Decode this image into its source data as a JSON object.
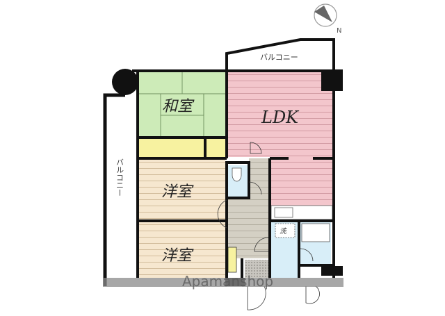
{
  "compass": {
    "label": "N",
    "icon": "compass-north-icon"
  },
  "rooms": {
    "japanese_room": "和室",
    "ldk": "LDK",
    "western_room_1": "洋室",
    "western_room_2": "洋室",
    "laundry": "洗"
  },
  "balconies": {
    "top": "バルコニー",
    "left": "バルコニー"
  },
  "watermark": "Apamanshop",
  "colors": {
    "japanese_room": "#cdebb8",
    "ldk": "#f3c6cc",
    "closet": "#f7f2a0",
    "western_room": "#f6e7cf",
    "hallway": "#d4d0c4",
    "wet_area": "#d8eef8",
    "wall": "#111111"
  }
}
